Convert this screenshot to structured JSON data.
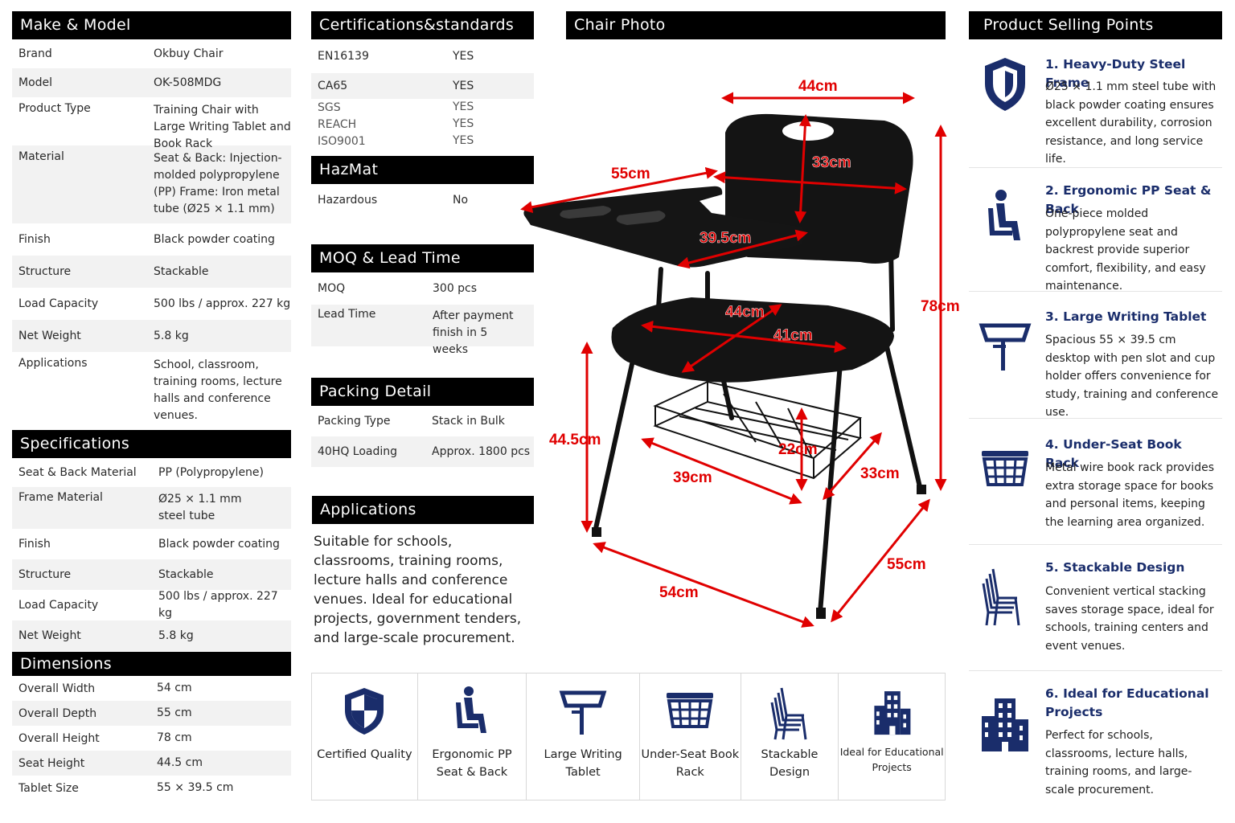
{
  "make_model": {
    "title": "Make & Model",
    "rows": [
      {
        "k": "Brand",
        "v": "Okbuy Chair"
      },
      {
        "k": "Model",
        "v": "OK-508MDG"
      },
      {
        "k": "Product Type",
        "v": "Training Chair with Large Writing Tablet and Book Rack"
      },
      {
        "k": "Material",
        "v": "Seat & Back: Injection-molded polypropylene (PP) Frame: Iron metal tube (Ø25 × 1.1 mm)"
      },
      {
        "k": "Finish",
        "v": "Black powder coating"
      },
      {
        "k": "Structure",
        "v": "Stackable"
      },
      {
        "k": "Load Capacity",
        "v": "500 lbs / approx. 227 kg"
      },
      {
        "k": "Net Weight",
        "v": "5.8 kg"
      },
      {
        "k": "Applications",
        "v": "School, classroom, training rooms, lecture halls and conference venues."
      }
    ]
  },
  "specifications": {
    "title": "Specifications",
    "rows": [
      {
        "k": "Seat & Back Material",
        "v": "PP (Polypropylene)"
      },
      {
        "k": "Frame Material",
        "v": "Ø25 × 1.1 mm steel tube"
      },
      {
        "k": "Finish",
        "v": "Black powder coating"
      },
      {
        "k": "Structure",
        "v": "Stackable"
      },
      {
        "k": "Load Capacity",
        "v": "500 lbs / approx. 227 kg"
      },
      {
        "k": "Net Weight",
        "v": "5.8 kg"
      }
    ]
  },
  "dimensions": {
    "title": "Dimensions",
    "rows": [
      {
        "k": "Overall Width",
        "v": "54 cm"
      },
      {
        "k": "Overall Depth",
        "v": "55 cm"
      },
      {
        "k": "Overall Height",
        "v": "78 cm"
      },
      {
        "k": "Seat Height",
        "v": "44.5 cm"
      },
      {
        "k": "Tablet Size",
        "v": "55 × 39.5 cm"
      }
    ]
  },
  "certifications": {
    "title": "Certifications&standards",
    "rows": [
      {
        "k": "EN16139",
        "v": "YES"
      },
      {
        "k": "CA65",
        "v": "YES"
      },
      {
        "k": "SGS",
        "v": "YES"
      },
      {
        "k": "REACH",
        "v": "YES"
      },
      {
        "k": "ISO9001",
        "v": "YES"
      }
    ]
  },
  "hazmat": {
    "title": "HazMat",
    "rows": [
      {
        "k": "Hazardous",
        "v": "No"
      }
    ]
  },
  "moq": {
    "title": "MOQ & Lead Time",
    "rows": [
      {
        "k": "MOQ",
        "v": "300 pcs"
      },
      {
        "k": "Lead Time",
        "v": "After payment finish in 5 weeks"
      }
    ]
  },
  "packing": {
    "title": "Packing Detail",
    "rows": [
      {
        "k": "Packing Type",
        "v": "Stack in Bulk"
      },
      {
        "k": "40HQ Loading",
        "v": "Approx. 1800 pcs"
      }
    ]
  },
  "applications": {
    "title": "Applications",
    "text": "Suitable for schools, classrooms, training rooms, lecture halls and conference venues. Ideal for educational projects, government tenders, and large-scale procurement."
  },
  "photo": {
    "title": "Chair Photo",
    "dims": {
      "back_width": "44cm",
      "back_height": "33cm",
      "tablet_length": "55cm",
      "tablet_width": "39.5cm",
      "seat_width": "44cm",
      "seat_depth": "41cm",
      "overall_height": "78cm",
      "seat_height": "44.5cm",
      "rack_width": "39cm",
      "rack_height": "22cm",
      "rack_depth": "33cm",
      "base_width": "54cm",
      "base_depth": "55cm"
    },
    "dim_color": "#e00000"
  },
  "selling_points": {
    "title": "Product Selling Points",
    "items": [
      {
        "icon": "shield-icon",
        "title": "1. Heavy-Duty Steel Frame",
        "desc": "Ø25 × 1.1 mm steel tube with black powder coating ensures excellent durability, corrosion resistance, and long service life."
      },
      {
        "icon": "seated-person-icon",
        "title": "2. Ergonomic PP Seat & Back",
        "desc": "One-piece molded polypropylene seat and backrest provide superior comfort, flexibility, and easy maintenance."
      },
      {
        "icon": "desk-icon",
        "title": "3. Large Writing Tablet",
        "desc": "Spacious 55 × 39.5 cm desktop with pen slot and cup holder offers convenience for study, training and conference use."
      },
      {
        "icon": "basket-icon",
        "title": "4. Under-Seat Book Rack",
        "desc": "Metal wire book rack provides extra storage space for books and personal items, keeping the learning area organized."
      },
      {
        "icon": "stacked-chairs-icon",
        "title": "5. Stackable Design",
        "desc": "Convenient vertical stacking saves storage space, ideal for schools, training centers and event venues."
      },
      {
        "icon": "building-icon",
        "title": "6. Ideal for Educational Projects",
        "desc": "Perfect for schools, classrooms, lecture halls, training rooms, and large-scale procurement."
      }
    ]
  },
  "icon_strip": [
    {
      "icon": "certified-shield-icon",
      "label": "Certified Quality"
    },
    {
      "icon": "seated-person-icon",
      "label": "Ergonomic PP Seat & Back"
    },
    {
      "icon": "desk-icon",
      "label": "Large Writing Tablet"
    },
    {
      "icon": "basket-icon",
      "label": "Under-Seat Book Rack"
    },
    {
      "icon": "stacked-chairs-icon",
      "label": "Stackable Design"
    },
    {
      "icon": "building-icon",
      "label": "Ideal for Educational Projects"
    }
  ],
  "colors": {
    "navy": "#1a2d6b",
    "header": "#000000"
  }
}
